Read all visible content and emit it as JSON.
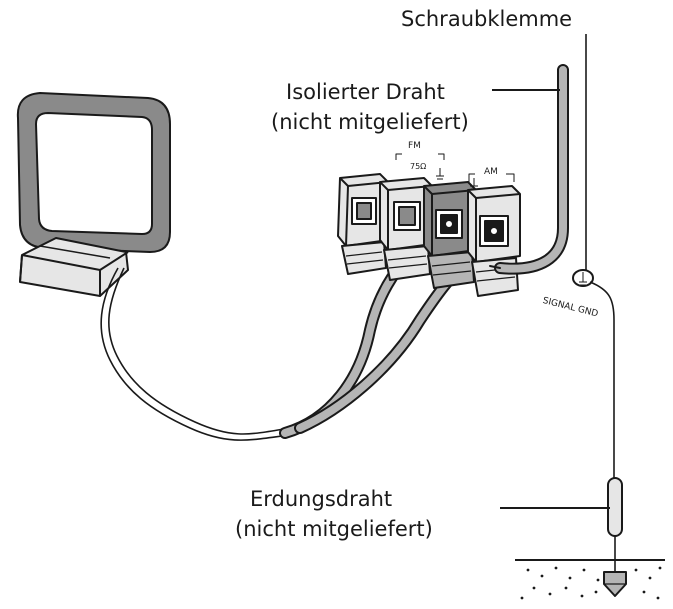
{
  "labels": {
    "screw_clamp": "Schraubklemme",
    "insulated_wire_line1": "Isolierter Draht",
    "insulated_wire_line2": "(nicht mitgeliefert)",
    "ground_wire_line1": "Erdungsdraht",
    "ground_wire_line2": "(nicht mitgeliefert)",
    "fm_terminal": "FM",
    "fm_impedance": "75Ω",
    "am_terminal": "AM",
    "signal_gnd": "SIGNAL GND"
  },
  "colors": {
    "line": "#1a1a1a",
    "dark_fill": "#8a8a8a",
    "light_fill": "#e6e6e6",
    "mid_fill": "#b5b5b5",
    "background": "#ffffff"
  }
}
